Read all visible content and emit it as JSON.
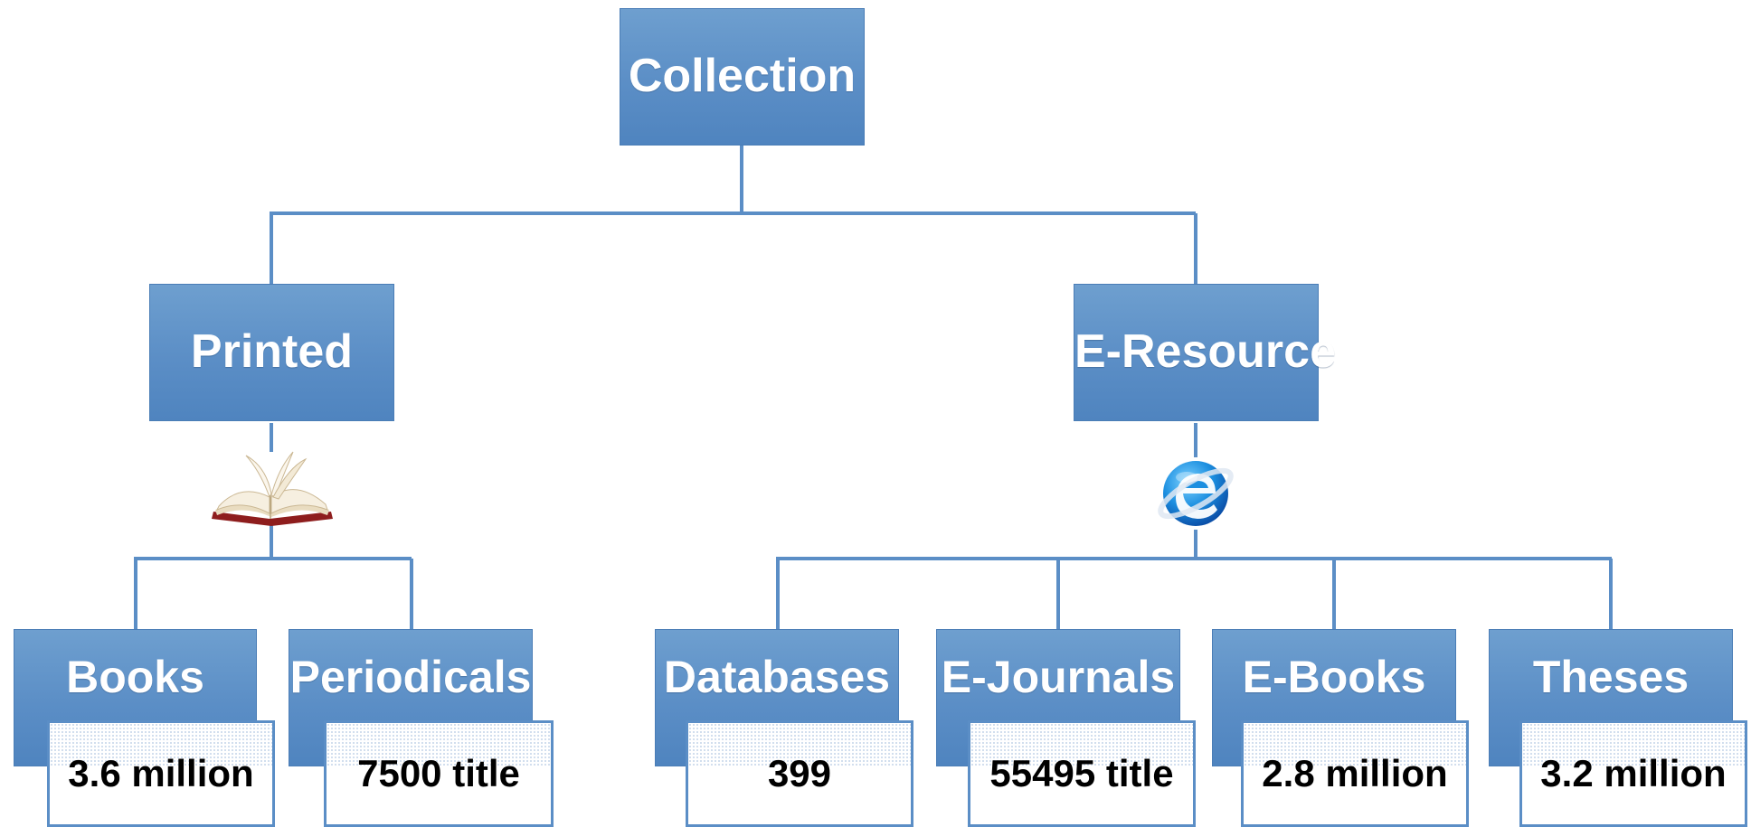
{
  "nodes": {
    "collection": "Collection",
    "printed": "Printed",
    "eresource": "E-Resource",
    "books": "Books",
    "periodicals": "Periodicals",
    "databases": "Databases",
    "ejournals": "E-Journals",
    "ebooks": "E-Books",
    "theses": "Theses"
  },
  "values": {
    "books": "3.6 million",
    "periodicals": "7500 title",
    "databases": "399",
    "ejournals": "55495 title",
    "ebooks": "2.8 million",
    "theses": "3.2 million"
  },
  "icons": {
    "printed": "open-book-icon",
    "eresource": "internet-explorer-globe-icon"
  },
  "colors": {
    "node_fill": "#5b8ec6",
    "connector": "#5b8ec6",
    "node_text": "#ffffff",
    "value_text": "#000000"
  }
}
